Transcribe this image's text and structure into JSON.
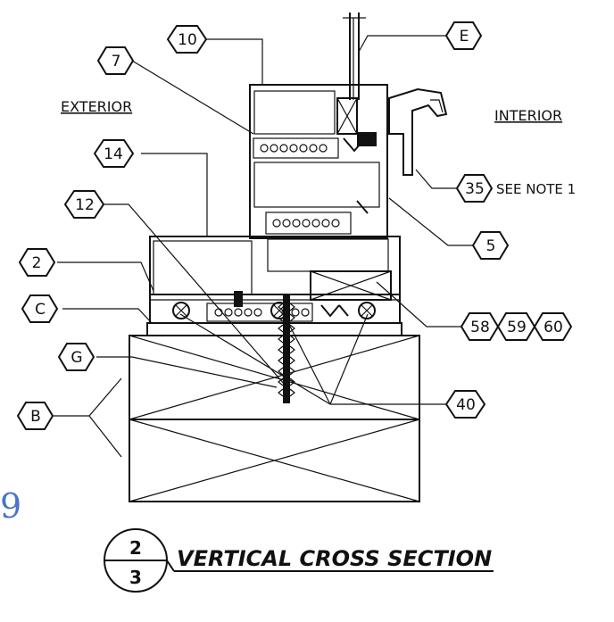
{
  "labels": {
    "exterior": "EXTERIOR",
    "interior": "INTERIOR",
    "note": "SEE NOTE 1",
    "title": "VERTICAL CROSS SECTION",
    "detail_number": "2",
    "sheet_number": "3",
    "handwritten_mark": "9"
  },
  "callouts": {
    "c10": "10",
    "cE": "E",
    "c7": "7",
    "c14": "14",
    "c35": "35",
    "c12": "12",
    "c5": "5",
    "c2": "2",
    "cC": "C",
    "c58": "58",
    "c59": "59",
    "c60": "60",
    "cG": "G",
    "c40": "40",
    "cB": "B"
  }
}
